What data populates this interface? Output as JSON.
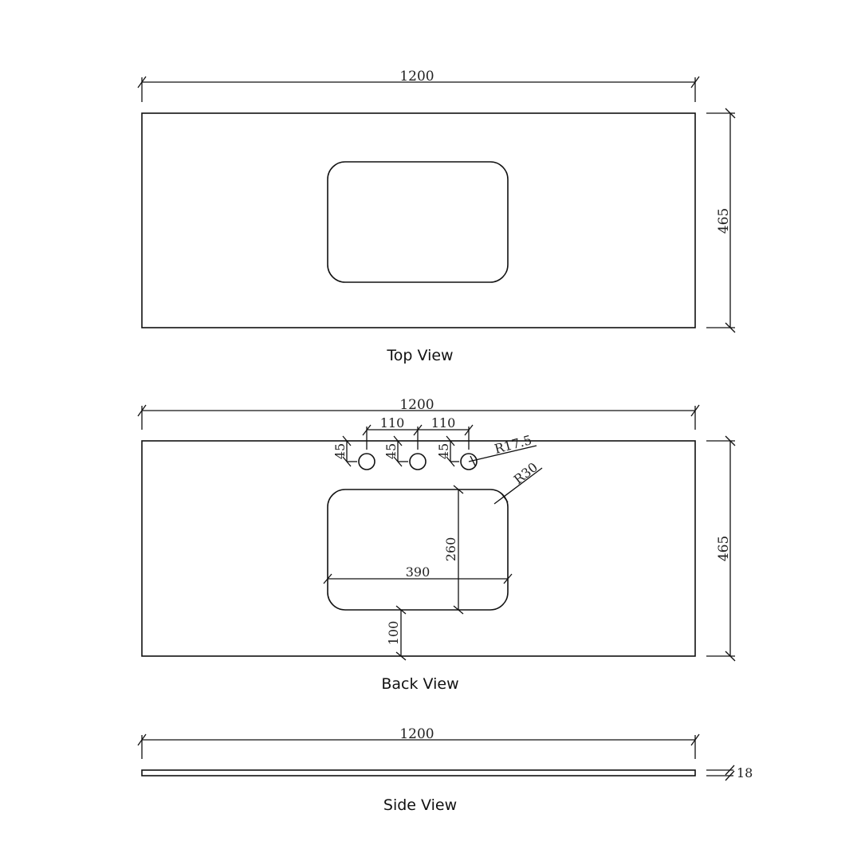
{
  "drawing": {
    "units": "mm",
    "top_view": {
      "label": "Top View",
      "width_dim": "1200",
      "depth_dim": "465"
    },
    "back_view": {
      "label": "Back View",
      "width_dim": "1200",
      "depth_dim": "465",
      "tap_spacing_1": "110",
      "tap_spacing_2": "110",
      "tap_offset_1": "45",
      "tap_offset_2": "45",
      "tap_offset_3": "45",
      "tap_hole_radius": "R17.5",
      "basin_corner_radius": "R30",
      "basin_width": "390",
      "basin_depth": "260",
      "basin_front_offset": "100"
    },
    "side_view": {
      "label": "Side View",
      "width_dim": "1200",
      "thickness_dim": "18"
    }
  }
}
